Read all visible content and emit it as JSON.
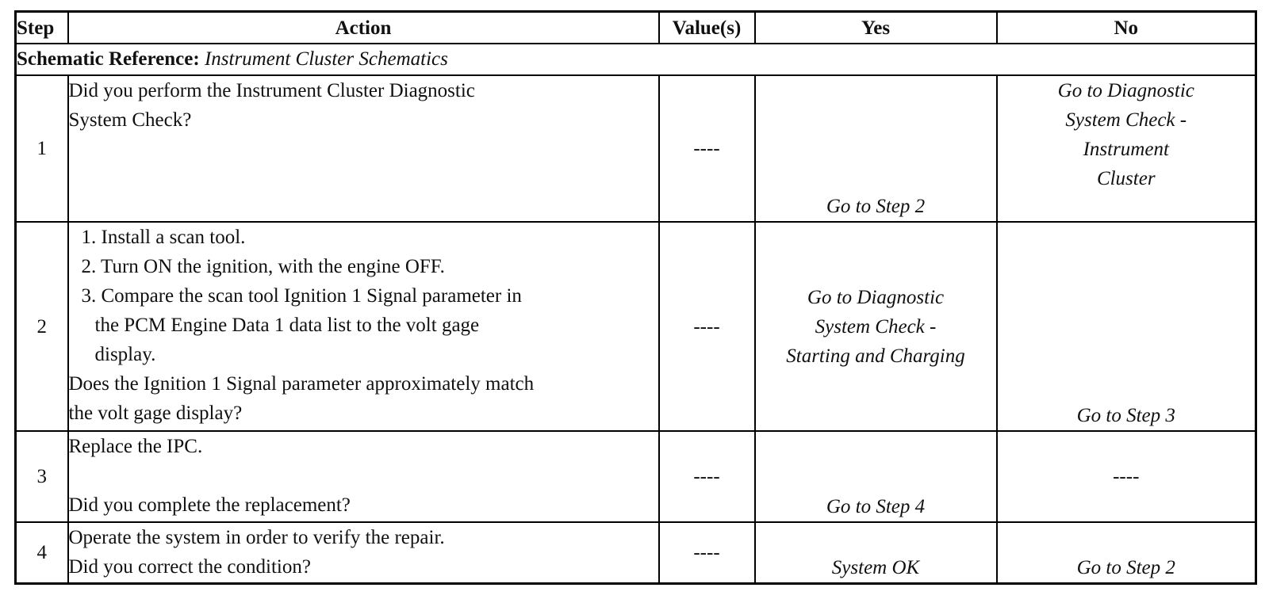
{
  "table": {
    "headers": {
      "step": "Step",
      "action": "Action",
      "values": "Value(s)",
      "yes": "Yes",
      "no": "No"
    },
    "schematic_reference": {
      "label": "Schematic Reference:",
      "value": "Instrument Cluster Schematics"
    },
    "rows": [
      {
        "step": "1",
        "action": [
          "Did you perform the Instrument Cluster Diagnostic",
          "System Check?"
        ],
        "value": "----",
        "yes": "Go to Step 2",
        "no": [
          "Go to Diagnostic",
          "System Check -",
          "Instrument",
          "Cluster"
        ]
      },
      {
        "step": "2",
        "action": [
          "1. Install a scan tool.",
          "2. Turn ON the ignition, with the engine OFF.",
          "3. Compare the scan tool Ignition 1 Signal parameter in",
          "the PCM Engine Data 1 data list to the volt gage",
          "display.",
          "Does the Ignition 1 Signal parameter approximately match",
          "the volt gage display?"
        ],
        "value": "----",
        "yes": [
          "Go to Diagnostic",
          "System Check -",
          "Starting and Charging"
        ],
        "no": "Go to Step 3"
      },
      {
        "step": "3",
        "action": [
          "Replace the IPC.",
          "Did you complete the replacement?"
        ],
        "value": "----",
        "yes": "Go to Step 4",
        "no": "----"
      },
      {
        "step": "4",
        "action": [
          "Operate the system in order to verify the repair.",
          "Did you correct the condition?"
        ],
        "value": "----",
        "yes": "System OK",
        "no": "Go to Step 2"
      }
    ]
  }
}
